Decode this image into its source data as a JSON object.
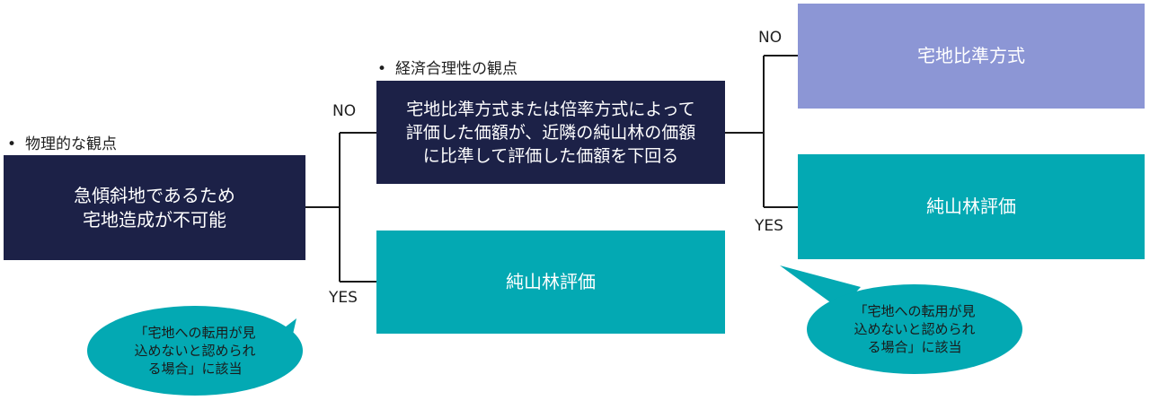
{
  "headers": {
    "physical": "物理的な観点",
    "economic": "経済合理性の観点"
  },
  "bullet_char": "•",
  "boxes": {
    "steep_slope": "急傾斜地であるため\n宅地造成が不可能",
    "price_compare": "宅地比準方式または倍率方式によって\n評価した価額が、近隣の純山林の価額\nに比準して評価した価額を下回る",
    "forest_eval_left": "純山林評価",
    "residential_ratio": "宅地比準方式",
    "forest_eval_right": "純山林評価"
  },
  "branch_labels": {
    "no_left": "NO",
    "yes_left": "YES",
    "no_right": "NO",
    "yes_right": "YES"
  },
  "callouts": {
    "left": "「宅地への転用が見\n込めないと認められ\nる場合」に該当",
    "right": "「宅地への転用が見\n込めないと認められ\nる場合」に該当"
  },
  "colors": {
    "navy": "#1c2147",
    "teal": "#03a9b3",
    "lavender": "#8c96d5",
    "connector": "#1a1a1a"
  }
}
